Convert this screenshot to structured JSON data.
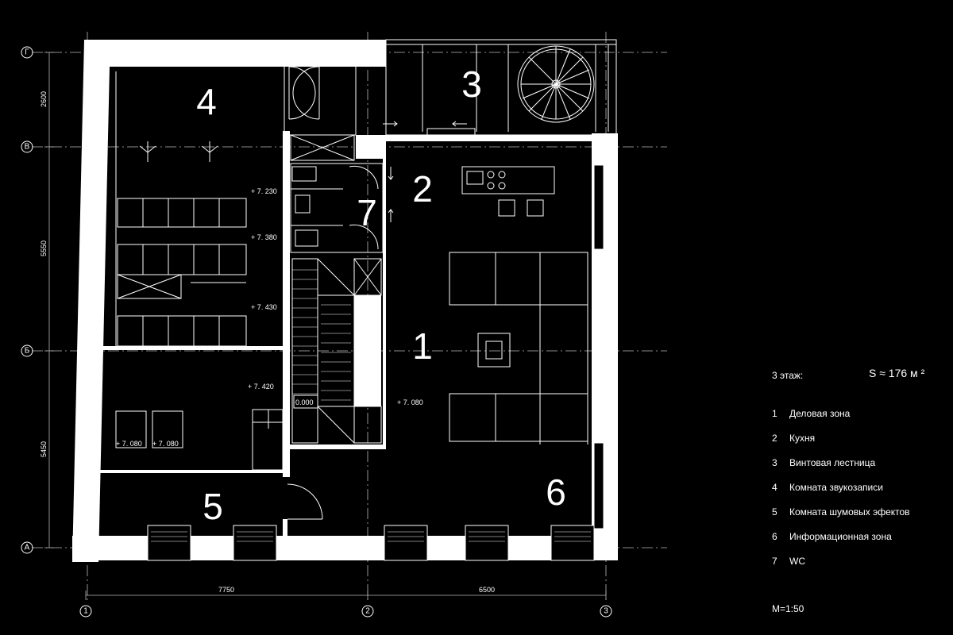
{
  "floor_plan": {
    "axes": {
      "rows": [
        "Г",
        "В",
        "Б",
        "А"
      ],
      "columns": [
        "1",
        "2",
        "3"
      ]
    },
    "dimensions": {
      "bottom": [
        "7750",
        "6500"
      ],
      "left": [
        "2600",
        "5550",
        "5450"
      ]
    },
    "room_numbers": [
      "4",
      "3",
      "2",
      "7",
      "1",
      "5",
      "6"
    ],
    "elevations": {
      "e1": "+ 7. 230",
      "e2": "+ 7. 380",
      "e3": "+ 7. 430",
      "e4": "+ 7. 420",
      "e5": "+ 7. 080",
      "e6": "+ 7. 080",
      "e7": "+ 7. 080",
      "e8": "0.000"
    }
  },
  "legend": {
    "floor_label": "3 этаж:",
    "area": "S ≈ 176 м ²",
    "items": [
      {
        "num": "1",
        "label": "Деловая зона"
      },
      {
        "num": "2",
        "label": "Кухня"
      },
      {
        "num": "3",
        "label": "Винтовая лестница"
      },
      {
        "num": "4",
        "label": "Комната звукозаписи"
      },
      {
        "num": "5",
        "label": "Комната шумовых эфектов"
      },
      {
        "num": "6",
        "label": "Информационная зона"
      },
      {
        "num": "7",
        "label": "WC"
      }
    ],
    "scale": "M=1:50"
  },
  "colors": {
    "background": "#000000",
    "walls": "#ffffff",
    "lines": "#cfcfcf"
  }
}
